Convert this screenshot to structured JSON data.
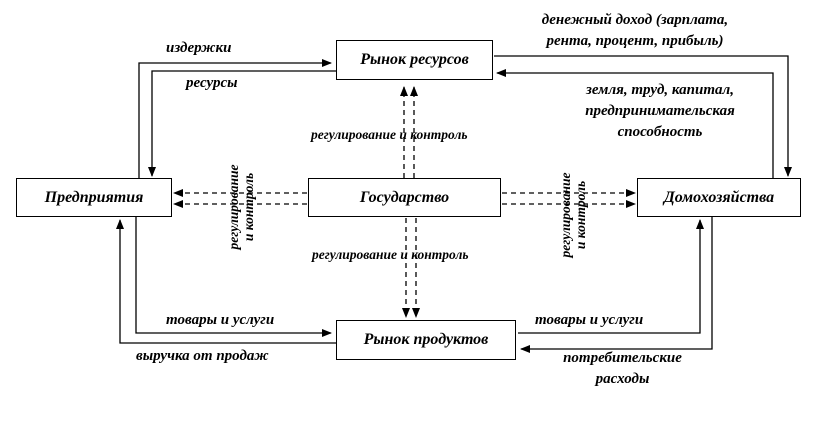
{
  "nodes": {
    "resource_market": "Рынок ресурсов",
    "product_market": "Рынок продуктов",
    "firms": "Предприятия",
    "state": "Государство",
    "households": "Домохозяйства"
  },
  "labels": {
    "costs": "издержки",
    "resources": "ресурсы",
    "money_income_line1": "денежный доход (зарплата,",
    "money_income_line2": "рента, процент, прибыль)",
    "factors_line1": "земля, труд, капитал,",
    "factors_line2": "предпринимательская",
    "factors_line3": "способность",
    "regulation_top": "регулирование и контроль",
    "regulation_bottom": "регулирование и контроль",
    "regulation_left_line1": "регулирование",
    "regulation_left_line2": "и контроль",
    "regulation_right_line1": "регулирование",
    "regulation_right_line2": "и контроль",
    "goods_left": "товары и услуги",
    "goods_right": "товары и услуги",
    "sales_revenue": "выручка от продаж",
    "consumer_spending_line1": "потребительские",
    "consumer_spending_line2": "расходы"
  }
}
